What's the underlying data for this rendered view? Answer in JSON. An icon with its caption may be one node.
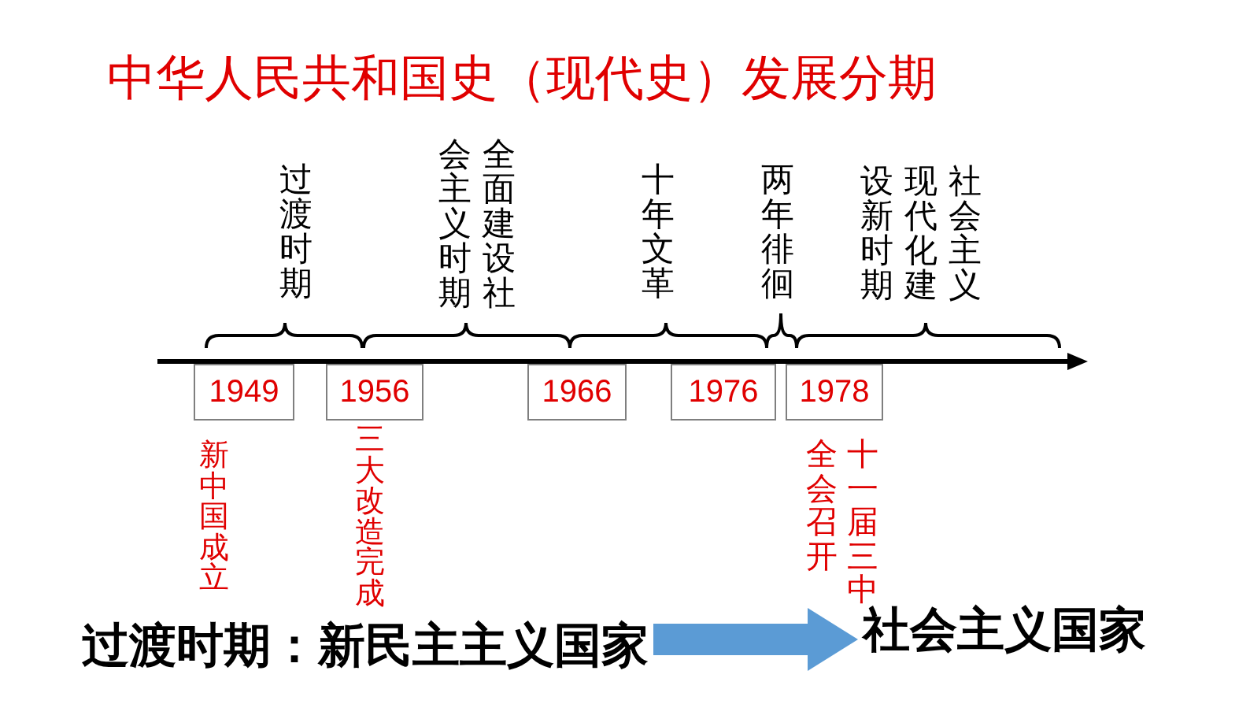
{
  "diagram": {
    "title": "中华人民共和国史（现代史）发展分期",
    "nodes": [
      {
        "text": [
          "1949"
        ],
        "beside": [
          "新中国成立"
        ]
      },
      {
        "text": [
          "1956"
        ],
        "beside": [
          "三大改造完成"
        ]
      },
      {
        "text": [
          "1966"
        ]
      },
      {
        "text": [
          "1976"
        ]
      },
      {
        "text": [
          "1978"
        ],
        "beside": [
          "十一届三中全会召开"
        ]
      },
      {
        "text": [
          "过渡时期：新民主主义国家"
        ]
      },
      {
        "text": [
          "社会主义国家"
        ]
      }
    ],
    "edges": [
      {
        "from": 5,
        "to": 6,
        "arrow": "to",
        "color": "#5b9bd5"
      }
    ],
    "labels": [
      "过渡时期",
      "全面建设社会主义时期",
      "十年文革",
      "两年徘徊",
      "社会主义现代化建设新时期"
    ]
  }
}
